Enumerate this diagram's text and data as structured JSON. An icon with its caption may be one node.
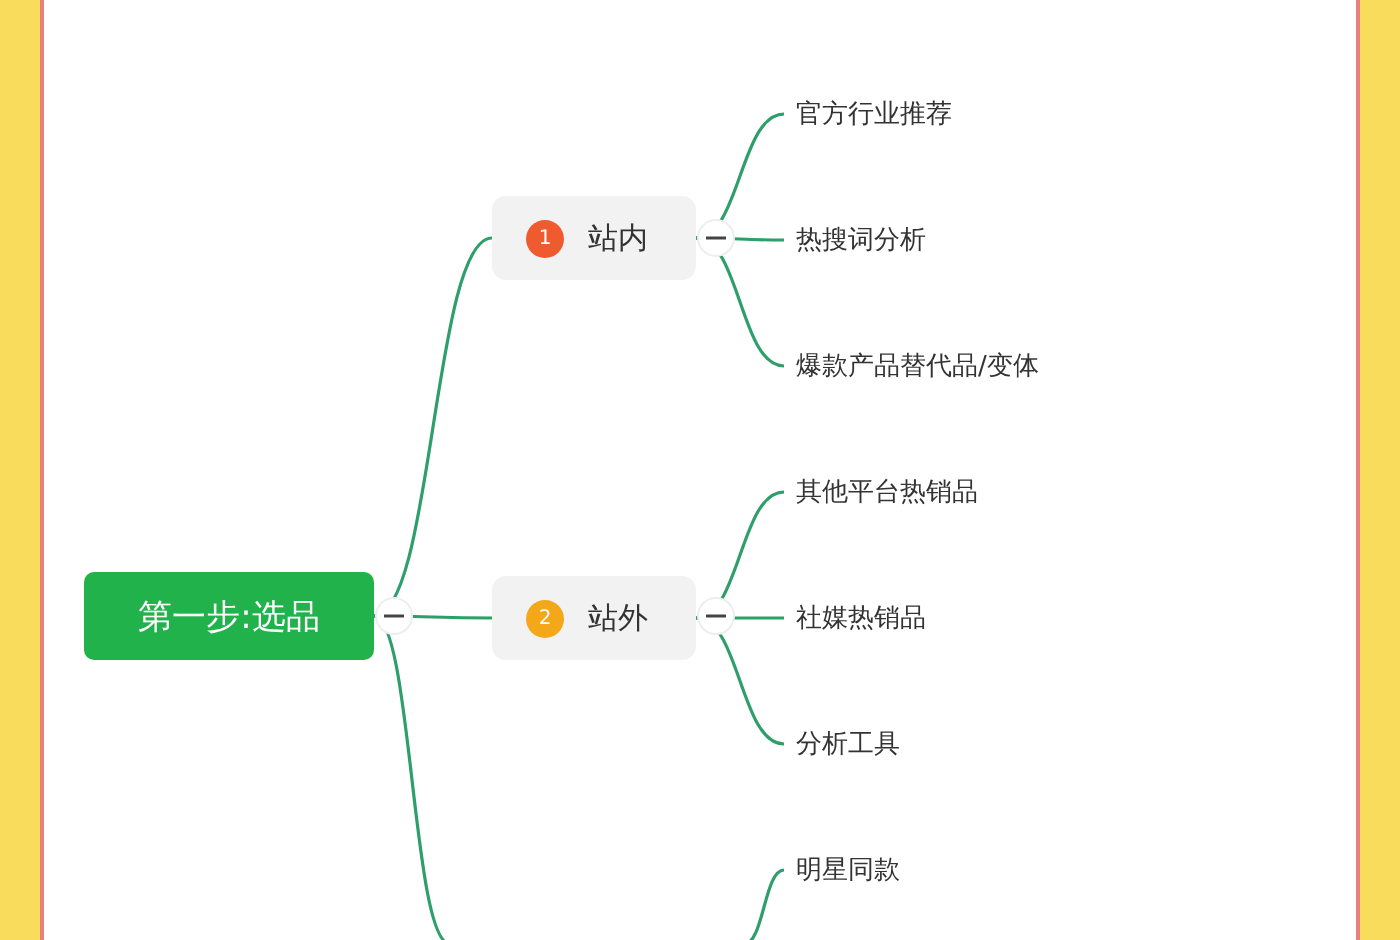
{
  "diagram": {
    "nodes": [
      {
        "text": [
          "第一步:选品"
        ]
      },
      {
        "text": [
          "1",
          "站内"
        ]
      },
      {
        "text": [
          "2",
          "站外"
        ]
      },
      {
        "text": [
          "官方行业推荐"
        ]
      },
      {
        "text": [
          "热搜词分析"
        ]
      },
      {
        "text": [
          "爆款产品替代品/变体"
        ]
      },
      {
        "text": [
          "其他平台热销品"
        ]
      },
      {
        "text": [
          "社媒热销品"
        ]
      },
      {
        "text": [
          "分析工具"
        ]
      },
      {
        "text": [
          "明星同款"
        ]
      }
    ],
    "edges": [
      {
        "from": 0,
        "to": 1,
        "arrow": "none"
      },
      {
        "from": 0,
        "to": 2,
        "arrow": "none"
      },
      {
        "from": 0,
        "to": null,
        "arrow": "none"
      },
      {
        "from": 1,
        "to": 3,
        "arrow": "none"
      },
      {
        "from": 1,
        "to": 4,
        "arrow": "none"
      },
      {
        "from": 1,
        "to": 5,
        "arrow": "none"
      },
      {
        "from": 2,
        "to": 6,
        "arrow": "none"
      },
      {
        "from": 2,
        "to": 7,
        "arrow": "none"
      },
      {
        "from": 2,
        "to": 8,
        "arrow": "none"
      },
      {
        "from": null,
        "to": 9,
        "arrow": "none"
      }
    ]
  }
}
